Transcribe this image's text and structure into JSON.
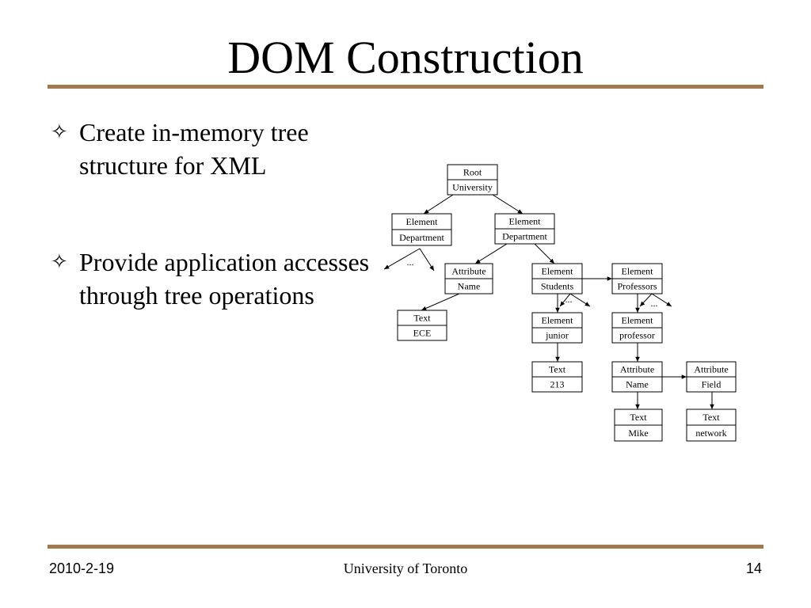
{
  "slide": {
    "title": "DOM Construction",
    "bullets": [
      {
        "icon": "four-pointed-star-icon",
        "text": "Create in-memory tree structure for XML"
      },
      {
        "icon": "four-pointed-star-icon",
        "text": "Provide application accesses through tree operations"
      }
    ],
    "footer": {
      "date": "2010-2-19",
      "organization": "University of Toronto",
      "page_number": "14"
    },
    "accent_color": "#a0794f"
  },
  "tree": {
    "nodes": [
      {
        "id": "root",
        "type": "Root",
        "value": "University"
      },
      {
        "id": "dept1",
        "type": "Element",
        "value": "Department"
      },
      {
        "id": "dept2",
        "type": "Element",
        "value": "Department"
      },
      {
        "id": "attr-name",
        "type": "Attribute",
        "value": "Name"
      },
      {
        "id": "students",
        "type": "Element",
        "value": "Students"
      },
      {
        "id": "professors",
        "type": "Element",
        "value": "Professors"
      },
      {
        "id": "text-ece",
        "type": "Text",
        "value": "ECE"
      },
      {
        "id": "junior",
        "type": "Element",
        "value": "junior"
      },
      {
        "id": "professor",
        "type": "Element",
        "value": "professor"
      },
      {
        "id": "text-213",
        "type": "Text",
        "value": "213"
      },
      {
        "id": "attr-prof-name",
        "type": "Attribute",
        "value": "Name"
      },
      {
        "id": "attr-field",
        "type": "Attribute",
        "value": "Field"
      },
      {
        "id": "text-mike",
        "type": "Text",
        "value": "Mike"
      },
      {
        "id": "text-network",
        "type": "Text",
        "value": "network"
      }
    ],
    "edges": [
      {
        "from": "root",
        "to": "dept1"
      },
      {
        "from": "root",
        "to": "dept2"
      },
      {
        "from": "dept2",
        "to": "attr-name"
      },
      {
        "from": "dept2",
        "to": "students"
      },
      {
        "from": "attr-name",
        "to": "text-ece"
      },
      {
        "from": "students",
        "to": "professors"
      },
      {
        "from": "students",
        "to": "junior"
      },
      {
        "from": "professors",
        "to": "professor"
      },
      {
        "from": "junior",
        "to": "text-213"
      },
      {
        "from": "professor",
        "to": "attr-prof-name"
      },
      {
        "from": "attr-prof-name",
        "to": "attr-field"
      },
      {
        "from": "attr-prof-name",
        "to": "text-mike"
      },
      {
        "from": "attr-field",
        "to": "text-network"
      }
    ],
    "ellipses": [
      "...",
      "...",
      "..."
    ]
  }
}
